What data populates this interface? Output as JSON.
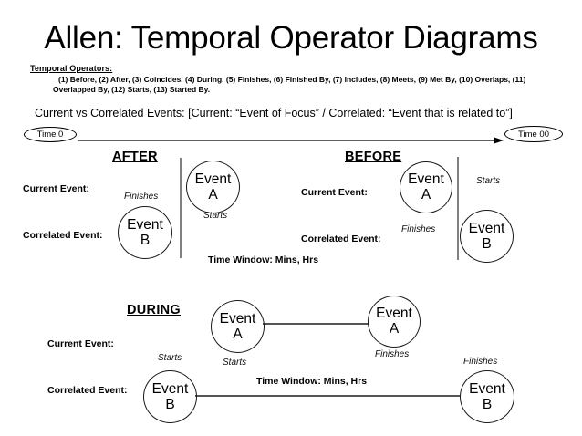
{
  "title": "Allen: Temporal Operator Diagrams",
  "operators": {
    "heading": "Temporal Operators:",
    "list_text": "(1) Before, (2) After, (3) Coincides, (4) During, (5) Finishes, (6) Finished By, (7) Includes, (8) Meets, (9) Met By, (10) Overlaps, (11) Overlapped By, (12) Starts, (13) Started By.",
    "items": [
      {
        "num": "(1)",
        "name": "Before"
      },
      {
        "num": "(2)",
        "name": "After"
      },
      {
        "num": "(3)",
        "name": "Coincides"
      },
      {
        "num": "(4)",
        "name": "During"
      },
      {
        "num": "(5)",
        "name": "Finishes"
      },
      {
        "num": "(6)",
        "name": "Finished By"
      },
      {
        "num": "(7)",
        "name": "Includes"
      },
      {
        "num": "(8)",
        "name": "Meets"
      },
      {
        "num": "(9)",
        "name": "Met By"
      },
      {
        "num": "(10)",
        "name": "Overlaps"
      },
      {
        "num": "(11)",
        "name": "Overlapped By"
      },
      {
        "num": "(12)",
        "name": "Starts"
      },
      {
        "num": "(13)",
        "name": "Started By"
      }
    ]
  },
  "legend": {
    "current_vs_correlated": "Current vs Correlated Events: [Current: “Event of Focus” / Correlated: “Event that is related to”]"
  },
  "timeline": {
    "start_label": "Time 0",
    "end_label": "Time 00"
  },
  "sections": {
    "after": {
      "heading": "AFTER",
      "current_label": "Current Event:",
      "correlated_label": "Correlated Event:",
      "event_a": {
        "line1": "Event",
        "line2": "A"
      },
      "event_b": {
        "line1": "Event",
        "line2": "B"
      },
      "relation_finishes": "Finishes",
      "relation_starts": "Starts"
    },
    "before": {
      "heading": "BEFORE",
      "current_label": "Current Event:",
      "correlated_label": "Correlated Event:",
      "event_a": {
        "line1": "Event",
        "line2": "A"
      },
      "event_b": {
        "line1": "Event",
        "line2": "B"
      },
      "relation_starts": "Starts",
      "relation_finishes": "Finishes"
    },
    "during": {
      "heading": "DURING",
      "current_label": "Current Event:",
      "correlated_label": "Correlated Event:",
      "event_a_left": {
        "line1": "Event",
        "line2": "A"
      },
      "event_a_right": {
        "line1": "Event",
        "line2": "A"
      },
      "event_b_left": {
        "line1": "Event",
        "line2": "B"
      },
      "event_b_right": {
        "line1": "Event",
        "line2": "B"
      },
      "relation_starts_left": "Starts",
      "relation_starts_mid": "Starts",
      "relation_finishes_mid": "Finishes",
      "relation_finishes_right": "Finishes"
    }
  },
  "time_window": {
    "top": "Time Window: Mins, Hrs",
    "bottom": "Time Window: Mins, Hrs"
  },
  "colors": {
    "ink": "#000000",
    "circle_stroke": "#1a1a1a",
    "divider": "#808080",
    "connector": "#555555",
    "background": "#ffffff"
  }
}
